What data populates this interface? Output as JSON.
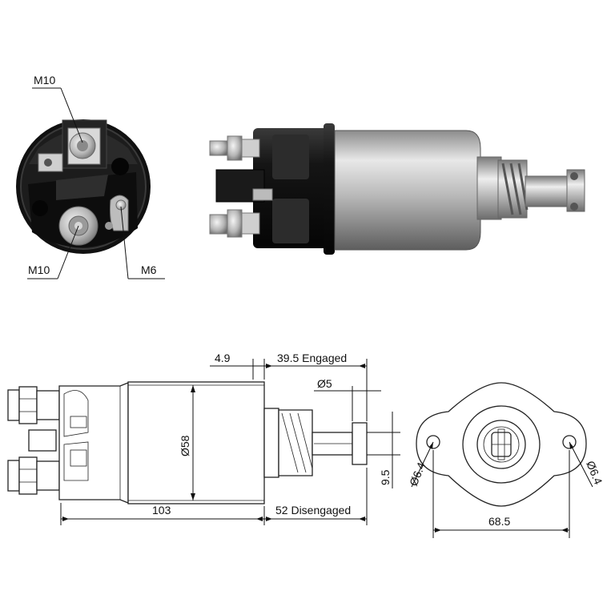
{
  "callouts": {
    "top_terminal": "M10",
    "bottom_terminal": "M10",
    "small_terminal": "M6"
  },
  "dimensions": {
    "offset": "4.9",
    "engaged": "39.5 Engaged",
    "pin_diameter": "Ø5",
    "body_diameter": "Ø58",
    "pin_height": "9.5",
    "total_length": "103",
    "disengaged": "52 Disengaged",
    "hole_left": "Ø6.4",
    "hole_right": "Ø6.4",
    "hole_spacing": "68.5"
  },
  "colors": {
    "line": "#111111",
    "metal_light": "#e4e4e4",
    "metal_mid": "#a8a8a8",
    "metal_dark": "#6a6a6a",
    "plastic": "#1e1e1e"
  }
}
